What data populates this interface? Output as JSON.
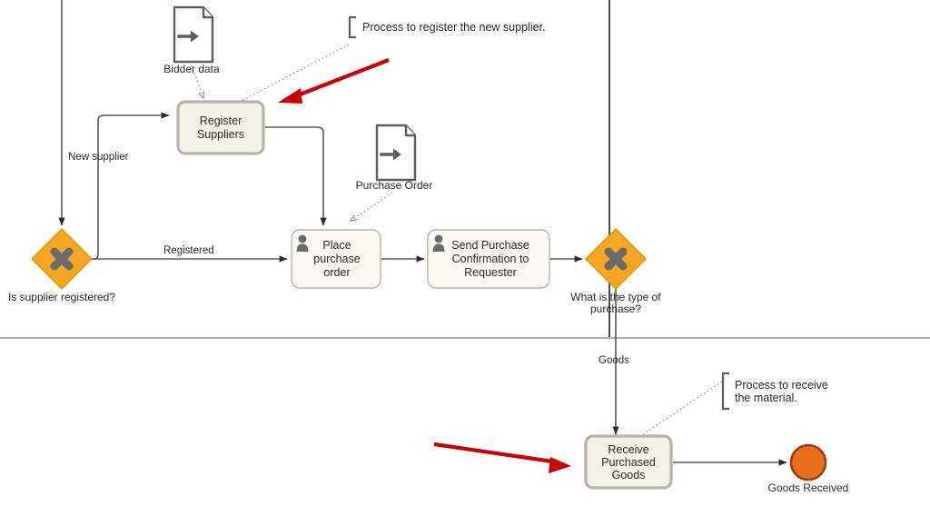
{
  "diagram": {
    "type": "bpmn-process",
    "title": "Supplier Registration and Purchase Process",
    "colors": {
      "gateway_fill": "#f5a623",
      "gateway_stroke": "#e09400",
      "gateway_marker": "#6b6b6b",
      "end_event_fill": "#e8701a",
      "end_event_stroke": "#a33a14",
      "task_fill": "#fbfaf2",
      "task_stroke": "#b9b7ab",
      "subprocess_fill": "#f4f2e6",
      "subprocess_stroke": "#b5b3a7",
      "flow_stroke": "#585858",
      "annotation_stroke": "#8a8a8a",
      "highlight_arrow": "#cc0000",
      "lane_divider": "#b0b0b4",
      "text": "#2b2b2b"
    }
  },
  "nodes": {
    "register_suppliers": {
      "label": "Register\nSuppliers",
      "line1": "Register",
      "line2": "Suppliers",
      "kind": "subprocess"
    },
    "place_purchase_order": {
      "line1": "Place",
      "line2": "purchase",
      "line3": "order",
      "kind": "user-task"
    },
    "send_purchase_confirmation": {
      "line1": "Send Purchase",
      "line2": "Confirmation to",
      "line3": "Requester",
      "kind": "user-task"
    },
    "receive_purchased_goods": {
      "line1": "Receive",
      "line2": "Purchased",
      "line3": "Goods",
      "kind": "subprocess"
    },
    "gateway_supplier_registered": {
      "label": "Is supplier registered?",
      "kind": "exclusive-gateway"
    },
    "gateway_purchase_type": {
      "line1": "What is the type of",
      "line2": "purchase?",
      "kind": "exclusive-gateway"
    },
    "end_goods_received": {
      "label": "Goods Received",
      "kind": "end-event"
    }
  },
  "data_objects": {
    "bidder_data": {
      "label": "Bidder data",
      "kind": "data-input"
    },
    "purchase_order": {
      "label": "Purchase Order",
      "kind": "data-input"
    }
  },
  "annotations": {
    "register_note": {
      "text": "Process to register the new supplier."
    },
    "receive_note": {
      "line1": "Process to receive",
      "line2": "the material."
    }
  },
  "flow_labels": {
    "new_supplier": "New supplier",
    "registered": "Registered",
    "goods": "Goods"
  },
  "highlights": {
    "arrow_top": {
      "color": "#cc0000",
      "points_to": "register-suppliers"
    },
    "arrow_bottom": {
      "color": "#cc0000",
      "points_to": "receive-purchased-goods"
    }
  }
}
